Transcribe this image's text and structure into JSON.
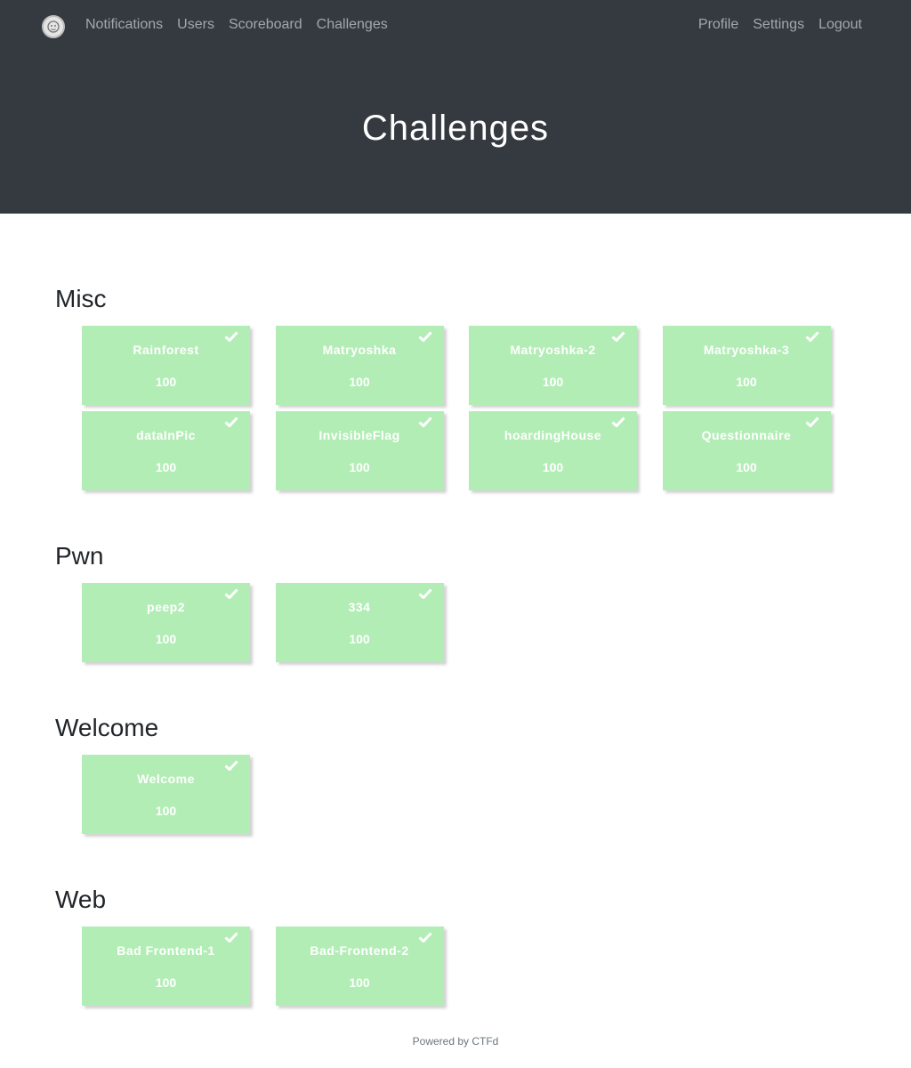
{
  "nav": {
    "logo_icon": "ctfd-logo-icon",
    "left": [
      "Notifications",
      "Users",
      "Scoreboard",
      "Challenges"
    ],
    "right": [
      "Profile",
      "Settings",
      "Logout"
    ]
  },
  "header": {
    "title": "Challenges"
  },
  "categories": [
    {
      "name": "Misc",
      "challenges": [
        {
          "name": "Rainforest",
          "value": "100",
          "solved": true
        },
        {
          "name": "Matryoshka",
          "value": "100",
          "solved": true
        },
        {
          "name": "Matryoshka-2",
          "value": "100",
          "solved": true
        },
        {
          "name": "Matryoshka-3",
          "value": "100",
          "solved": true
        },
        {
          "name": "dataInPic",
          "value": "100",
          "solved": true
        },
        {
          "name": "InvisibleFlag",
          "value": "100",
          "solved": true
        },
        {
          "name": "hoardingHouse",
          "value": "100",
          "solved": true
        },
        {
          "name": "Questionnaire",
          "value": "100",
          "solved": true
        }
      ]
    },
    {
      "name": "Pwn",
      "challenges": [
        {
          "name": "peep2",
          "value": "100",
          "solved": true
        },
        {
          "name": "334",
          "value": "100",
          "solved": true
        }
      ]
    },
    {
      "name": "Welcome",
      "challenges": [
        {
          "name": "Welcome",
          "value": "100",
          "solved": true
        }
      ]
    },
    {
      "name": "Web",
      "challenges": [
        {
          "name": "Bad Frontend-1",
          "value": "100",
          "solved": true
        },
        {
          "name": "Bad-Frontend-2",
          "value": "100",
          "solved": true
        }
      ]
    }
  ],
  "colors": {
    "navbar": "#343a40",
    "solved_card": "#b3edb6"
  },
  "icons": {
    "solved": "check-icon"
  },
  "footer": {
    "text": "Powered by CTFd"
  }
}
